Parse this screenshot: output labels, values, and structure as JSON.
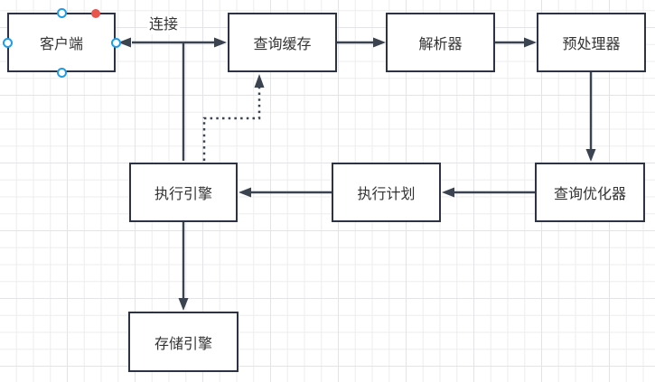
{
  "canvas": {
    "background": "#ffffff",
    "grid_minor_color": "#ededee",
    "grid_major_color": "#e3e3e8"
  },
  "palette": {
    "node_border": "#2d3345",
    "node_fill": "#ffffff",
    "edge_color": "#3b4351",
    "text_color": "#333333",
    "selection_handle_color": "#1f9ce8",
    "endpoint_marker_color": "#e8554d"
  },
  "nodes": {
    "client": {
      "label": "客户端",
      "selected": true
    },
    "query_cache": {
      "label": "查询缓存"
    },
    "parser": {
      "label": "解析器"
    },
    "preprocessor": {
      "label": "预处理器"
    },
    "exec_engine": {
      "label": "执行引擎"
    },
    "exec_plan": {
      "label": "执行计划"
    },
    "optimizer": {
      "label": "查询优化器"
    },
    "storage_engine": {
      "label": "存储引擎"
    }
  },
  "edges": [
    {
      "from": "client",
      "to": "query_cache",
      "label": "连接",
      "line": "solid",
      "arrows": "both"
    },
    {
      "from": "edge-client-query-cache",
      "to": "exec_engine",
      "label": "",
      "line": "solid",
      "arrows": "none"
    },
    {
      "from": "exec_engine",
      "to": "query_cache",
      "label": "",
      "line": "dotted",
      "arrows": "to"
    },
    {
      "from": "query_cache",
      "to": "parser",
      "label": "",
      "line": "solid",
      "arrows": "to"
    },
    {
      "from": "parser",
      "to": "preprocessor",
      "label": "",
      "line": "solid",
      "arrows": "to"
    },
    {
      "from": "preprocessor",
      "to": "optimizer",
      "label": "",
      "line": "solid",
      "arrows": "to"
    },
    {
      "from": "optimizer",
      "to": "exec_plan",
      "label": "",
      "line": "solid",
      "arrows": "to"
    },
    {
      "from": "exec_plan",
      "to": "exec_engine",
      "label": "",
      "line": "solid",
      "arrows": "to"
    },
    {
      "from": "exec_engine",
      "to": "storage_engine",
      "label": "",
      "line": "solid",
      "arrows": "to"
    }
  ]
}
